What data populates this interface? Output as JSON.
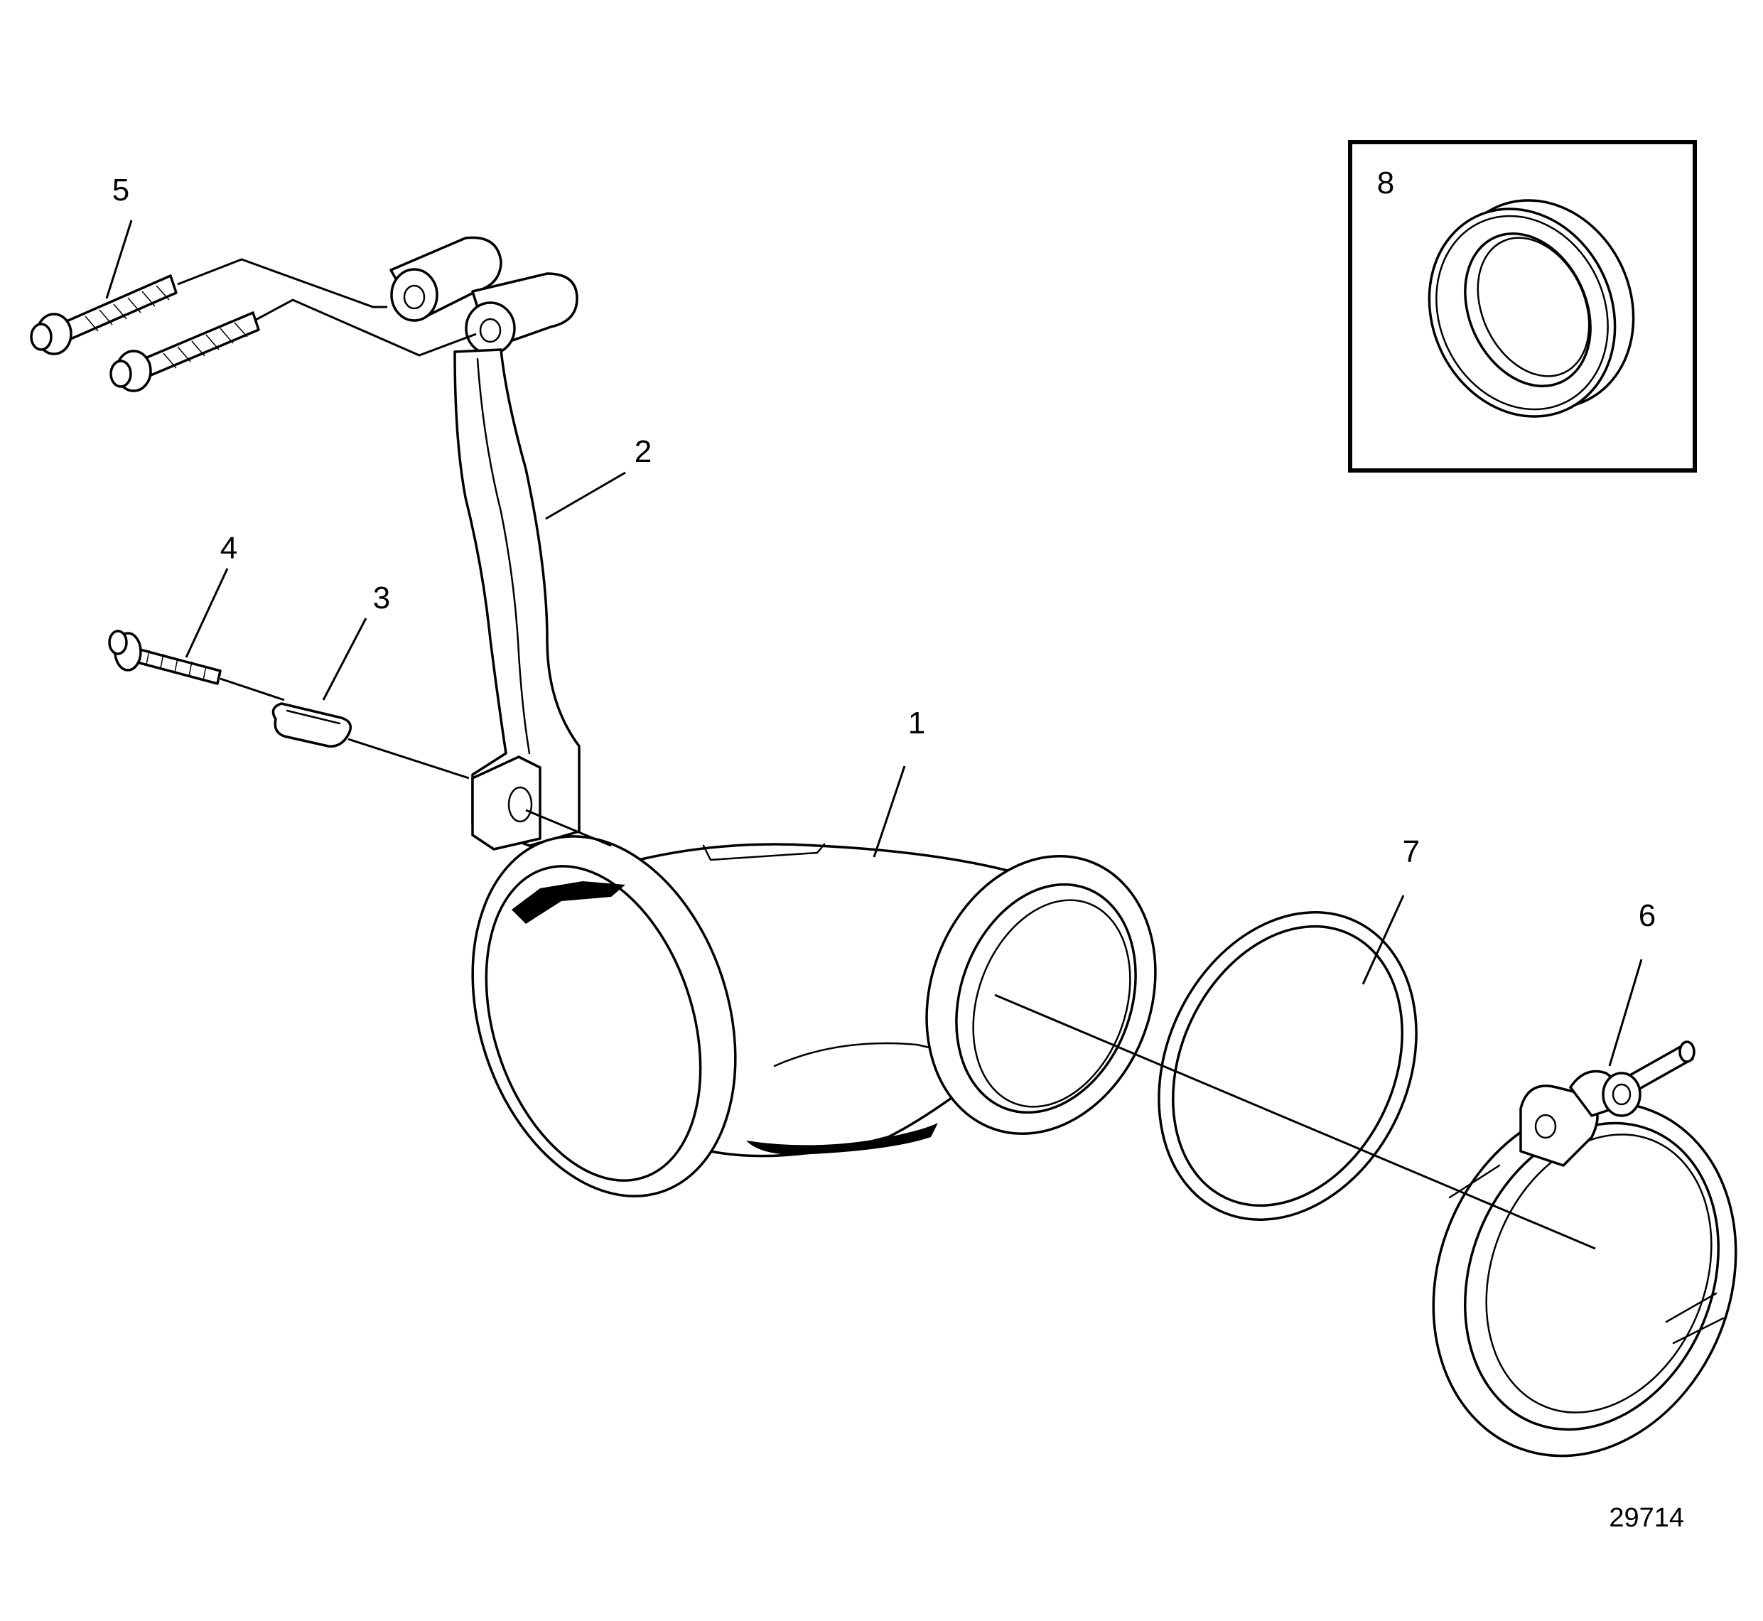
{
  "drawing": {
    "number": "29714",
    "callouts": [
      {
        "id": "1",
        "label": "1"
      },
      {
        "id": "2",
        "label": "2"
      },
      {
        "id": "3",
        "label": "3"
      },
      {
        "id": "4",
        "label": "4"
      },
      {
        "id": "5",
        "label": "5"
      },
      {
        "id": "6",
        "label": "6"
      },
      {
        "id": "7",
        "label": "7"
      },
      {
        "id": "8",
        "label": "8"
      }
    ]
  }
}
